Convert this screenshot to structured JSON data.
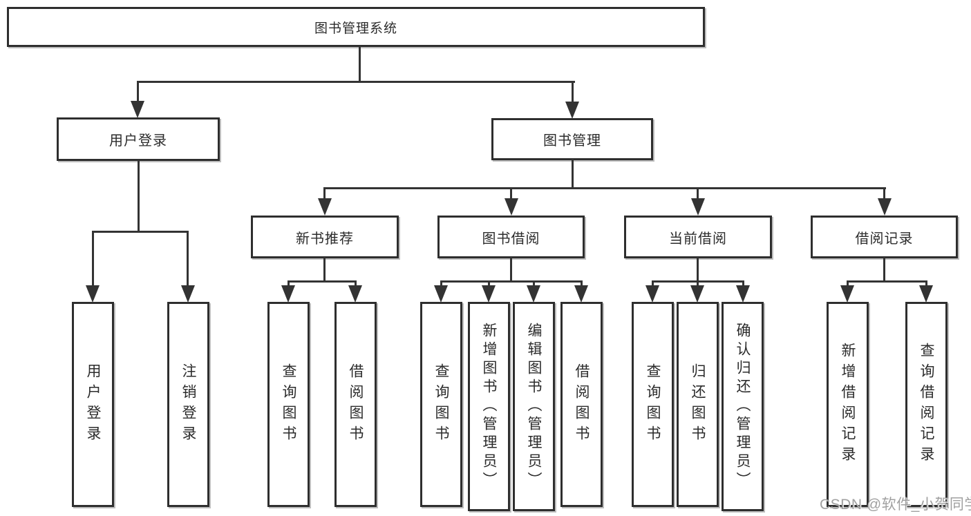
{
  "diagram": {
    "root_label": "图书管理系统",
    "level2": [
      "用户登录",
      "图书管理"
    ],
    "level3": [
      "新书推荐",
      "图书借阅",
      "当前借阅",
      "借阅记录"
    ],
    "leaves": [
      "用户登录",
      "注销登录",
      "查询图书",
      "借阅图书",
      "查询图书",
      "新增图书（管理员）",
      "编辑图书（管理员）",
      "借阅图书",
      "查询图书",
      "归还图书",
      "确认归还（管理员）",
      "新增借阅记录",
      "查询借阅记录"
    ],
    "watermark": "CSDN @软件_小贺同学",
    "colors": {
      "line": "#333333",
      "border": "#2e2e2e",
      "text": "#2b2b2b",
      "background": "#ffffff",
      "watermark": "#a0a0a0"
    }
  }
}
